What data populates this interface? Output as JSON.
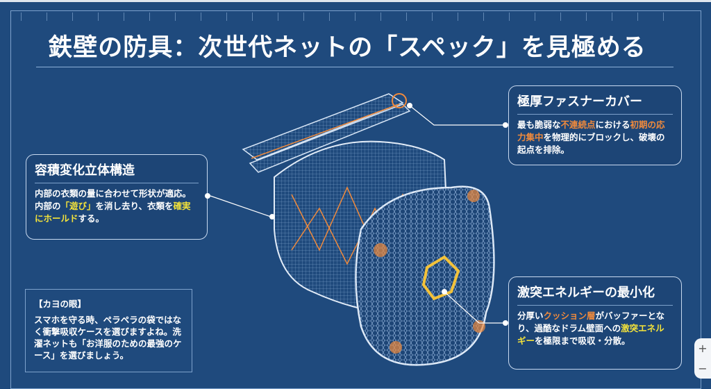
{
  "title": "鉄壁の防具：次世代ネットの「スペック」を見極める",
  "cards": {
    "fastener": {
      "title": "極厚ファスナーカバー",
      "p1": "最も脆弱な",
      "h1": "不連続点",
      "p2": "における",
      "h2": "初期の応力集中",
      "p3": "を物理的にブロックし、破壊の起点を排除。"
    },
    "volume": {
      "title": "容積変化立体構造",
      "p1": "内部の衣類の量に合わせて形状が適応。内部の",
      "h1": "「遊び」",
      "p2": "を消し去り、衣類を",
      "h2": "確実にホールド",
      "p3": "する。"
    },
    "impact": {
      "title": "激突エネルギーの最小化",
      "p1": "分厚い",
      "h1": "クッション層",
      "p2": "がバッファーとなり、過酷なドラム壁面への",
      "h2": "激突エネルギー",
      "p3": "を極限まで吸収・分散。"
    }
  },
  "note": {
    "heading": "【カヨの眼】",
    "body": "スマホを守る時、ペラペラの袋ではなく衝撃吸収ケースを選びますよね。洗濯ネットも「お洋服のための最強のケース」を選びましょう。"
  },
  "zoom_controls": {
    "in": "+",
    "out": "−"
  },
  "colors": {
    "background": "#1f4a7d",
    "orange": "#f08a3c",
    "yellow": "#f3e23a"
  }
}
